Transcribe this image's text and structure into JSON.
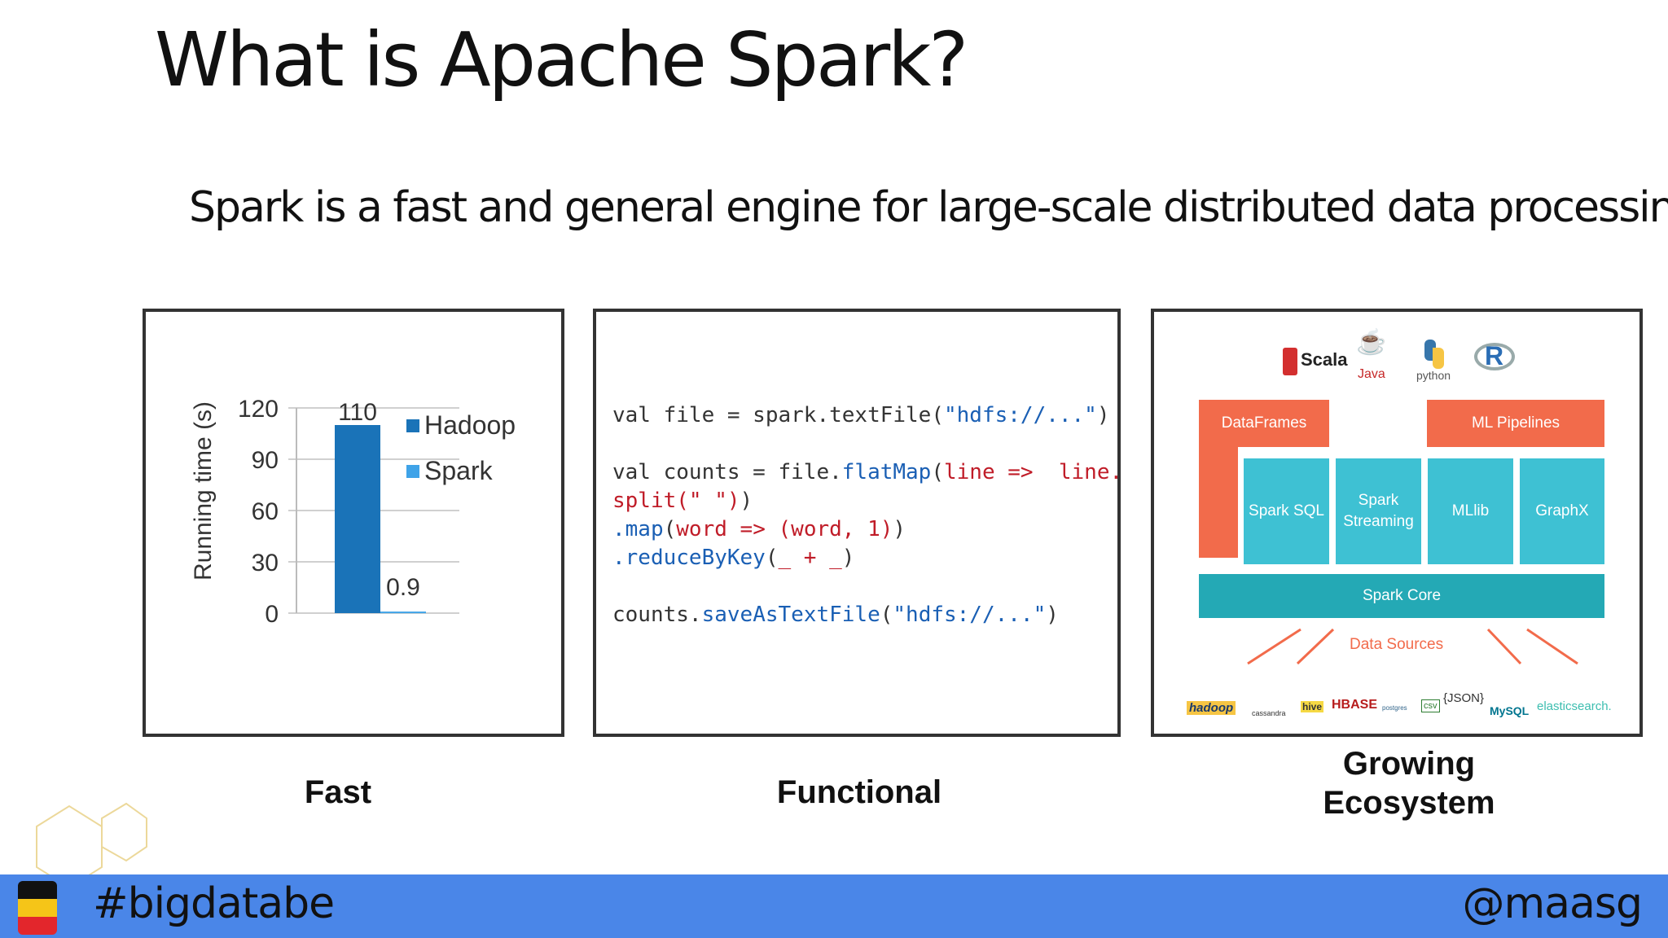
{
  "title": "What is Apache Spark?",
  "subtitle": "Spark is a fast and general engine for large-scale distributed data processing.",
  "panels": {
    "fast": {
      "caption": "Fast"
    },
    "functional": {
      "caption": "Functional",
      "code": {
        "l1_a": "val file = spark.textFile(",
        "l1_str": "\"hdfs://...\"",
        "l1_b": ")",
        "l2_a": "val counts = file.",
        "l2_m": "flatMap",
        "l2_b": "(",
        "l2_kw": "line =>  line.",
        "l3_kw": "split(\" \")",
        "l3_b": ")",
        "l4_m": ".map",
        "l4_b": "(",
        "l4_kw": "word => (word, 1)",
        "l4_c": ")",
        "l5_m": ".reduceByKey",
        "l5_b": "(",
        "l5_kw": "_ + _",
        "l5_c": ")",
        "l6_a": "counts.",
        "l6_m": "saveAsTextFile",
        "l6_b": "(",
        "l6_str": "\"hdfs://...\"",
        "l6_c": ")"
      }
    },
    "ecosystem": {
      "caption_line1": "Growing",
      "caption_line2": "Ecosystem",
      "languages": [
        "Scala",
        "Java",
        "python",
        "R"
      ],
      "boxes": {
        "dataframes": "DataFrames",
        "ml_pipelines": "ML Pipelines",
        "spark_sql": "Spark SQL",
        "spark_streaming_1": "Spark",
        "spark_streaming_2": "Streaming",
        "mllib": "MLlib",
        "graphx": "GraphX",
        "spark_core": "Spark Core",
        "data_sources": "Data Sources"
      },
      "sources": [
        "hadoop",
        "cassandra",
        "hive",
        "HBASE",
        "postgres",
        "csv",
        "{JSON}",
        "MySQL",
        "elasticsearch."
      ]
    }
  },
  "chart_data": {
    "type": "bar",
    "categories": [
      "Hadoop",
      "Spark"
    ],
    "values": [
      110,
      0.9
    ],
    "data_labels": [
      "110",
      "0.9"
    ],
    "ylabel": "Running time (s)",
    "yticks": [
      "0",
      "30",
      "60",
      "90",
      "120"
    ],
    "ylim": [
      0,
      120
    ],
    "legend": [
      "Hadoop",
      "Spark"
    ],
    "legend_placement": "top-right",
    "colors": {
      "hadoop": "#1a73b8",
      "spark": "#3fa3e8"
    }
  },
  "footer": {
    "hashtag": "#bigdatabe",
    "handle": "@maasg",
    "color": "#4a86e8"
  }
}
